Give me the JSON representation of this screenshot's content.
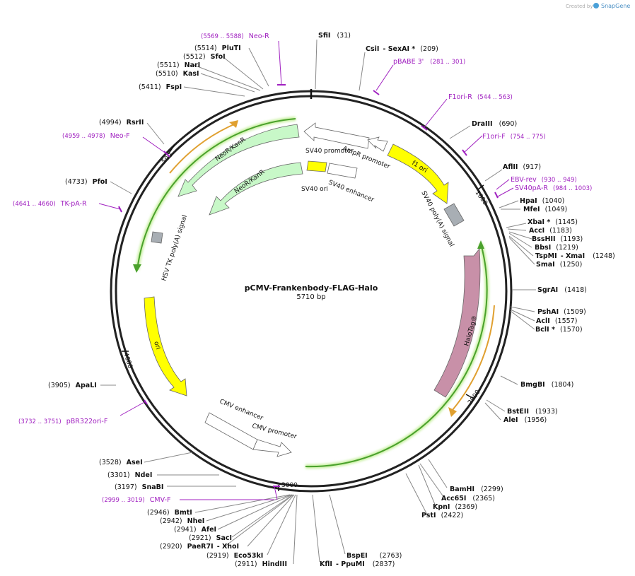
{
  "header": {
    "created_by": "Created by",
    "brand": "SnapGene"
  },
  "map": {
    "name": "pCMV-Frankenbody-FLAG-Halo",
    "size": "5710 bp"
  },
  "ticks": [
    "500",
    "1000",
    "2000",
    "3000",
    "4000"
  ],
  "features": {
    "neor_outer": "NeoR/KanR",
    "neor_inner": "NeoR/KanR",
    "ampr_promoter": "AmpR promoter",
    "sv40_promoter": "SV40 promoter",
    "sv40_ori": "SV40 ori",
    "sv40_enhancer": "SV40 enhancer",
    "f1_ori": "f1 ori",
    "sv40_polya": "SV40 poly(A) signal",
    "hsv_tk_polya": "HSV TK poly(A) signal",
    "ori": "ori",
    "halotag": "HaloTag®",
    "cmv_enhancer": "CMV enhancer",
    "cmv_promoter": "CMV promoter"
  },
  "enzymes": {
    "sfii": {
      "name": "SfiI",
      "pos": "(31)"
    },
    "csii": {
      "name": "CsiI",
      "pos": ""
    },
    "sexai": {
      "name": "- SexAI *",
      "pos": "(209)"
    },
    "draiii": {
      "name": "DraIII",
      "pos": "(690)"
    },
    "aflii": {
      "name": "AflII",
      "pos": "(917)"
    },
    "hpai": {
      "name": "HpaI",
      "pos": "(1040)"
    },
    "mfei": {
      "name": "MfeI",
      "pos": "(1049)"
    },
    "xbai": {
      "name": "XbaI *",
      "pos": "(1145)"
    },
    "acci": {
      "name": "AccI",
      "pos": "(1183)"
    },
    "bsshii": {
      "name": "BssHII",
      "pos": "(1193)"
    },
    "bbsi": {
      "name": "BbsI",
      "pos": "(1219)"
    },
    "tspmi": {
      "name": "TspMI",
      "pos": ""
    },
    "xmai": {
      "name": "- XmaI",
      "pos": "(1248)"
    },
    "smai": {
      "name": "SmaI",
      "pos": "(1250)"
    },
    "sgrai": {
      "name": "SgrAI",
      "pos": "(1418)"
    },
    "pshai": {
      "name": "PshAI",
      "pos": "(1509)"
    },
    "acli": {
      "name": "AclI",
      "pos": "(1557)"
    },
    "bcli": {
      "name": "BclI *",
      "pos": "(1570)"
    },
    "bmgbi": {
      "name": "BmgBI",
      "pos": "(1804)"
    },
    "bsteii": {
      "name": "BstEII",
      "pos": "(1933)"
    },
    "alei": {
      "name": "AleI",
      "pos": "(1956)"
    },
    "bamhi": {
      "name": "BamHI",
      "pos": "(2299)"
    },
    "acc65i": {
      "name": "Acc65I",
      "pos": "(2365)"
    },
    "kpni": {
      "name": "KpnI",
      "pos": "(2369)"
    },
    "psti": {
      "name": "PstI",
      "pos": "(2422)"
    },
    "bspei": {
      "name": "BspEI",
      "pos": "(2763)"
    },
    "kfli": {
      "name": "KflI",
      "pos": ""
    },
    "ppumi": {
      "name": "- PpuMI",
      "pos": "(2837)"
    },
    "hindiii": {
      "name": "HindIII",
      "pos": "(2911)"
    },
    "eco53ki": {
      "name": "Eco53kI",
      "pos": "(2919)"
    },
    "paer7i": {
      "name": "PaeR7I",
      "pos": "(2920)"
    },
    "xhoi": {
      "name": "- XhoI",
      "pos": ""
    },
    "saci": {
      "name": "SacI",
      "pos": "(2921)"
    },
    "afei": {
      "name": "AfeI",
      "pos": "(2941)"
    },
    "nhei": {
      "name": "NheI",
      "pos": "(2942)"
    },
    "bmti": {
      "name": "BmtI",
      "pos": "(2946)"
    },
    "snabi": {
      "name": "SnaBI",
      "pos": "(3197)"
    },
    "ndei": {
      "name": "NdeI",
      "pos": "(3301)"
    },
    "asei": {
      "name": "AseI",
      "pos": "(3528)"
    },
    "apali": {
      "name": "ApaLI",
      "pos": "(3905)"
    },
    "pfoi": {
      "name": "PfoI",
      "pos": "(4733)"
    },
    "rsrii": {
      "name": "RsrII",
      "pos": "(4994)"
    },
    "fspi": {
      "name": "FspI",
      "pos": "(5411)"
    },
    "kasi": {
      "name": "KasI",
      "pos": "(5510)"
    },
    "nari": {
      "name": "NarI",
      "pos": "(5511)"
    },
    "sfoi": {
      "name": "SfoI",
      "pos": "(5512)"
    },
    "pluti": {
      "name": "PluTI",
      "pos": "(5514)"
    }
  },
  "primers": {
    "neor": {
      "range": "(5569 .. 5588)",
      "name": "Neo-R"
    },
    "pbabe": {
      "name": "pBABE 3'",
      "range": "(281 .. 301)"
    },
    "f1orir": {
      "name": "F1ori-R",
      "range": "(544 .. 563)"
    },
    "f1orif": {
      "name": "F1ori-F",
      "range": "(754 .. 775)"
    },
    "ebvrev": {
      "name": "EBV-rev",
      "range": "(930 .. 949)"
    },
    "sv40par": {
      "name": "SV40pA-R",
      "range": "(984 .. 1003)"
    },
    "neof": {
      "range": "(4959 .. 4978)",
      "name": "Neo-F"
    },
    "tkpar": {
      "range": "(4641 .. 4660)",
      "name": "TK-pA-R"
    },
    "pbr322": {
      "range": "(3732 .. 3751)",
      "name": "pBR322ori-F"
    },
    "cmvf": {
      "range": "(2999 .. 3019)",
      "name": "CMV-F"
    }
  },
  "colors": {
    "backbone": "#222222",
    "primer": "#a020c0",
    "halotag": "#c890a8",
    "yellow": "#ffff00",
    "neor": "#c8f8c8",
    "green_track": "#4aa12c",
    "orange_track": "#e0a030",
    "polya": "#a8aeb4"
  }
}
